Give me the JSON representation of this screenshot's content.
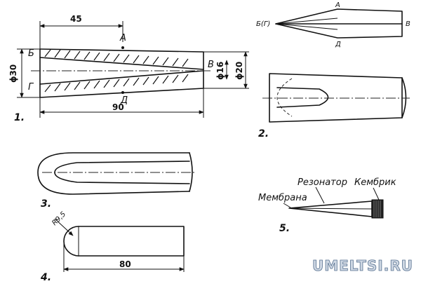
{
  "fig1": {
    "dim_top": "45",
    "dim_bottom": "90",
    "dim_d30": "ϕ30",
    "dim_d16": "ϕ16",
    "dim_d20": "ϕ20",
    "pt_a": "А",
    "pt_b": "Б",
    "pt_g": "Г",
    "pt_d": "Д",
    "pt_v": "В",
    "number": "1."
  },
  "fig2": {
    "pt_a": "А",
    "pt_bg": "Б(Г)",
    "pt_v": "В",
    "pt_d": "Д",
    "number": "2."
  },
  "fig3": {
    "number": "3."
  },
  "fig4": {
    "radius": "R9,5",
    "length": "80",
    "number": "4."
  },
  "fig5": {
    "label_resonator": "Резонатор",
    "label_cambric": "Кембрик",
    "label_membrane": "Мембрана",
    "number": "5."
  },
  "watermark": "UMELTSI.RU"
}
